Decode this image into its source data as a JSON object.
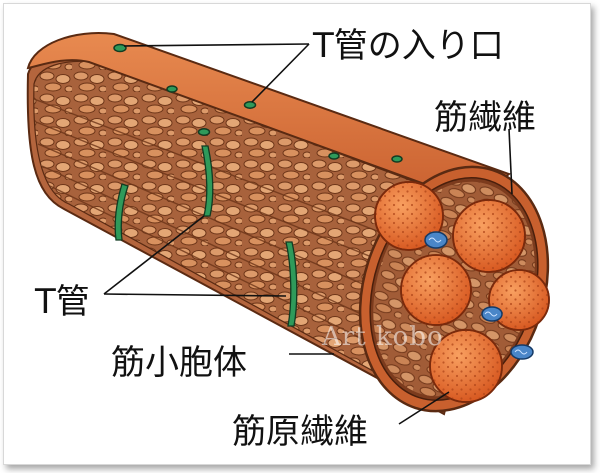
{
  "labels": {
    "t_tubule_opening": "T管の入り口",
    "muscle_fiber": "筋繊維",
    "t_tubule": "T管",
    "sarcoplasmic_reticulum": "筋小胞体",
    "myofibril": "筋原繊維"
  },
  "watermark": {
    "left": "Art koho",
    "right": "Art kobo"
  },
  "colors": {
    "fiber_outer": "#c85a2a",
    "fiber_top": "#e07a45",
    "reticulum": "#b8744a",
    "reticulum_light": "#e5a272",
    "myofibril": "#f07e3a",
    "t_tubule": "#2f9a5a",
    "mitochondria": "#4a86c8"
  }
}
